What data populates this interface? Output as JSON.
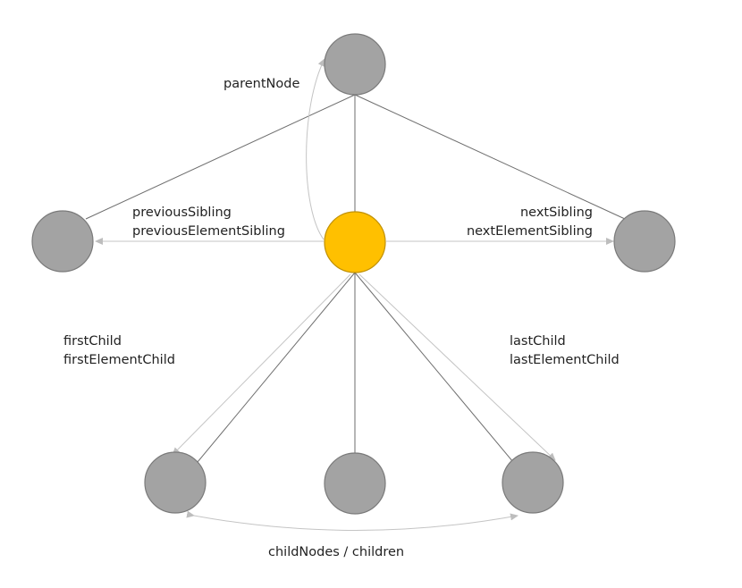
{
  "colors": {
    "node_fill": "#a3a3a3",
    "node_stroke": "#7a7a7a",
    "current_fill": "#ffc000",
    "current_stroke": "#c09000",
    "edge": "#6e6e6e",
    "arrow": "#c4c4c4"
  },
  "labels": {
    "parent": "parentNode",
    "previous": [
      "previousSibling",
      "previousElementSibling"
    ],
    "next": [
      "nextSibling",
      "nextElementSibling"
    ],
    "first": [
      "firstChild",
      "firstElementChild"
    ],
    "last": [
      "lastChild",
      "lastElementChild"
    ],
    "children": "childNodes / children"
  }
}
